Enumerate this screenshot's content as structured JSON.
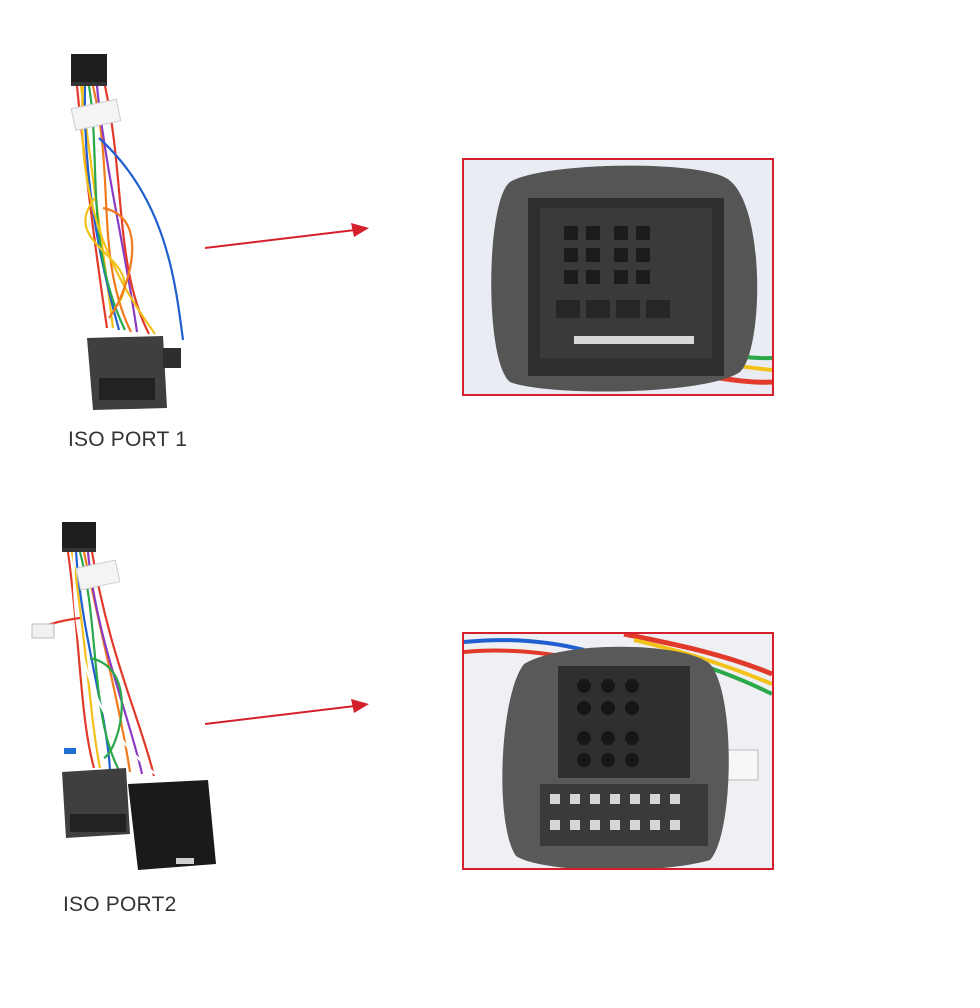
{
  "sections": [
    {
      "label": "ISO PORT 1"
    },
    {
      "label": "ISO PORT2"
    }
  ],
  "colors": {
    "frame": "#d4202c",
    "arrow": "#d4202c",
    "label": "#333333",
    "foam": "#4a4a4a",
    "connector": "#2b2b2b"
  },
  "icons": [
    "wiring-harness-image",
    "connector-closeup-image",
    "pointer-arrow-icon"
  ]
}
